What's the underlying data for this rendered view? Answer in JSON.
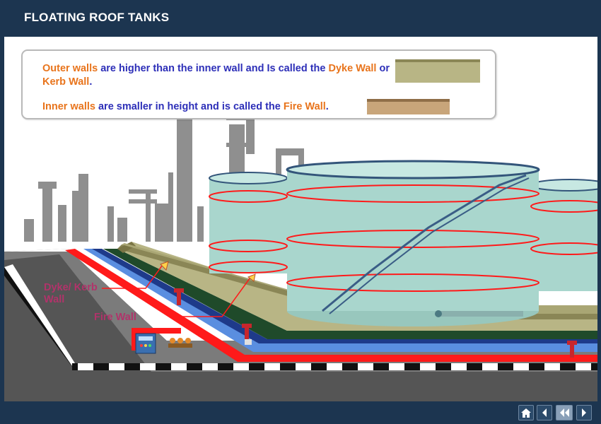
{
  "title": "FLOATING ROOF TANKS",
  "info": {
    "line1": {
      "a": "Outer walls",
      "b": " are higher than the inner wall and Is called the ",
      "c": "Dyke Wall",
      "d": " or ",
      "e": "Kerb Wall",
      "f": "."
    },
    "line2": {
      "a": "Inner walls",
      "b": " are smaller in height and is called the ",
      "c": "Fire Wall",
      "d": "."
    }
  },
  "labels": {
    "dyke": "Dyke/ Kerb Wall",
    "fire": "Fire Wall"
  },
  "colors": {
    "dyke_wall": "#b8b585",
    "fire_wall": "#c8a57a",
    "tank": "#a9d6cd",
    "highlight_red": "#ff1a1a",
    "label_magenta": "#b1336a"
  },
  "nav": {
    "home_icon": "home-icon",
    "prev_icon": "prev-icon",
    "rewind_icon": "rewind-icon",
    "next_icon": "next-icon"
  }
}
